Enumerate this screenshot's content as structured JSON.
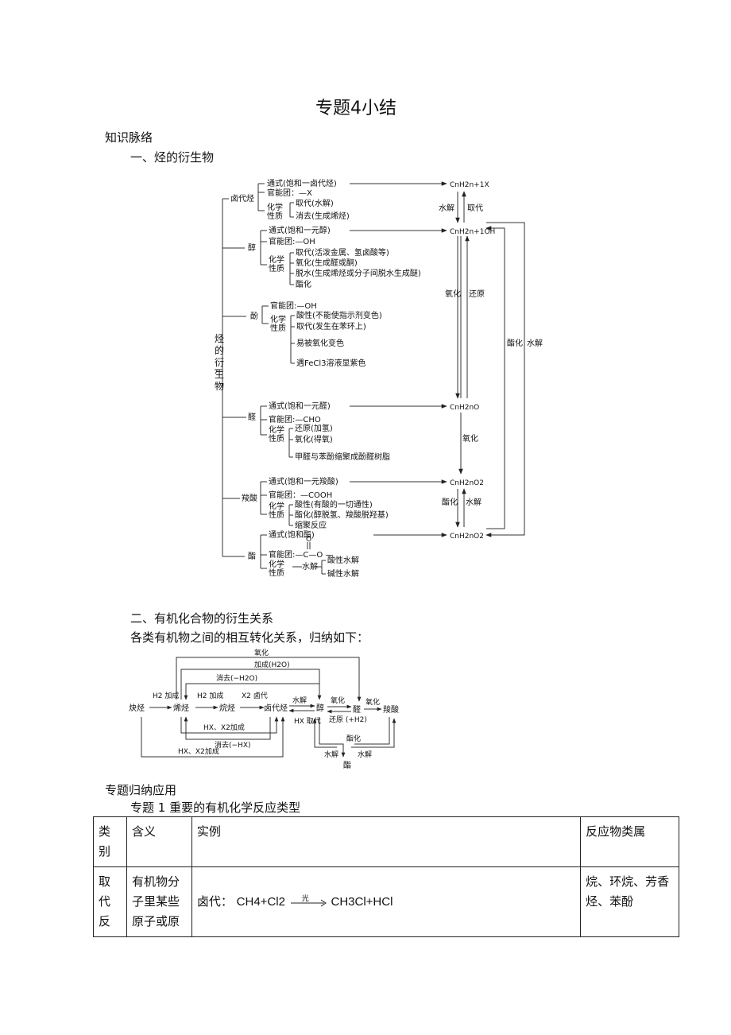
{
  "page_title": "专题4小结",
  "section_outline": "知识脉络",
  "part1_heading": "一、烃的衍生物",
  "diagram1": {
    "root": "烃的衍生物",
    "haloalkane": {
      "label": "卤代烃",
      "general": "通式(饱和一卤代烃)",
      "group": "官能团：—X",
      "chem": "化学性质",
      "props": [
        "取代(水解)",
        "消去(生成烯烃)"
      ]
    },
    "alcohol": {
      "label": "醇",
      "general": "通式(饱和一元醇)",
      "group": "官能团:—OH",
      "chem": "化学性质",
      "props": [
        "取代(活泼金属、氢卤酸等)",
        "氧化(生成醛或酮)",
        "脱水(生成烯烃或分子间脱水生成醚)",
        "酯化"
      ]
    },
    "phenol": {
      "label": "酚",
      "group": "官能团:—OH",
      "chem": "化学性质",
      "props": [
        "酸性(不能使指示剂变色)",
        "取代(发生在苯环上)",
        "易被氧化变色",
        "遇FeCl3溶液显紫色"
      ]
    },
    "aldehyde": {
      "label": "醛",
      "general": "通式(饱和一元醛)",
      "group": "官能团:—CHO",
      "chem": "化学性质",
      "props": [
        "还原(加氢)",
        "氧化(得氧)",
        "甲醛与苯酚缩聚成酚醛树脂"
      ]
    },
    "acid": {
      "label": "羧酸",
      "general": "通式(饱和一元羧酸)",
      "group": "官能团：—COOH",
      "chem": "化学性质",
      "props": [
        "酸性(有酸的一切通性)",
        "酯化(醇脱氢、羧酸脱羟基)",
        "缩聚反应"
      ]
    },
    "ester": {
      "label": "酯",
      "general": "通式(饱和酯)",
      "group": "官能团:—C—O —",
      "carbonyl_o": "O",
      "chem": "化学性质",
      "hydrolysis": "水解",
      "props": [
        "酸性水解",
        "碱性水解"
      ]
    },
    "formulas": [
      "CnH2n+1X",
      "CnH2n+1OH",
      "CnH2nO",
      "CnH2nO2",
      "CnH2nO2"
    ],
    "link_labels": {
      "hydrolysis": "水解",
      "substitution": "取代",
      "oxidation": "氧化",
      "reduction": "还原",
      "oxidation2": "氧化",
      "esterification": "酯化",
      "hydrolysis2": "水解",
      "esterification_long": "酯化",
      "hydrolysis_long": "水解"
    }
  },
  "part2_heading": "二、有机化合物的衍生关系",
  "part2_intro": "各类有机物之间的相互转化关系，归纳如下：",
  "diagram2": {
    "nodes": [
      "炔烃",
      "烯烃",
      "烷烃",
      "卤代烃",
      "醇",
      "醛",
      "羧酸",
      "酯"
    ],
    "labels": {
      "alkyne_alkene": "H2 加成",
      "alkene_alkane": "H2 加成",
      "alkane_halide": "X2 卤代",
      "top_oxidation": "氧化",
      "top_addition": "加成(H2O)",
      "elimination_h2o": "消去(−H2O)",
      "hx_x2_addition": "HX、X2加成",
      "elimination_hx": "消去(−HX)",
      "hx_x2_addition2": "HX、X2加成",
      "hydrolysis": "水解",
      "hx_substitution": "HX 取代",
      "alcohol_aldehyde_ox": "氧化",
      "aldehyde_alcohol_red": "还原 (+H2)",
      "aldehyde_acid_ox": "氧化",
      "esterification": "酯化",
      "ester_hydrolysis_left": "水解",
      "ester_hydrolysis_right": "水解"
    }
  },
  "section_apply": "专题归纳应用",
  "topic1_heading": "专题 1    重要的有机化学反应类型",
  "table": {
    "headers": [
      "类别",
      "含义",
      "实例",
      "反应物类属"
    ],
    "row1": {
      "category": "取代反",
      "meaning": "有机物分子里某些原子或原",
      "example_prefix": "卤代：",
      "example_lhs": "CH4+Cl2",
      "condition": "光",
      "example_rhs": "CH3Cl+HCl",
      "reactants": "烷、环烷、芳香烃、苯酚"
    }
  }
}
